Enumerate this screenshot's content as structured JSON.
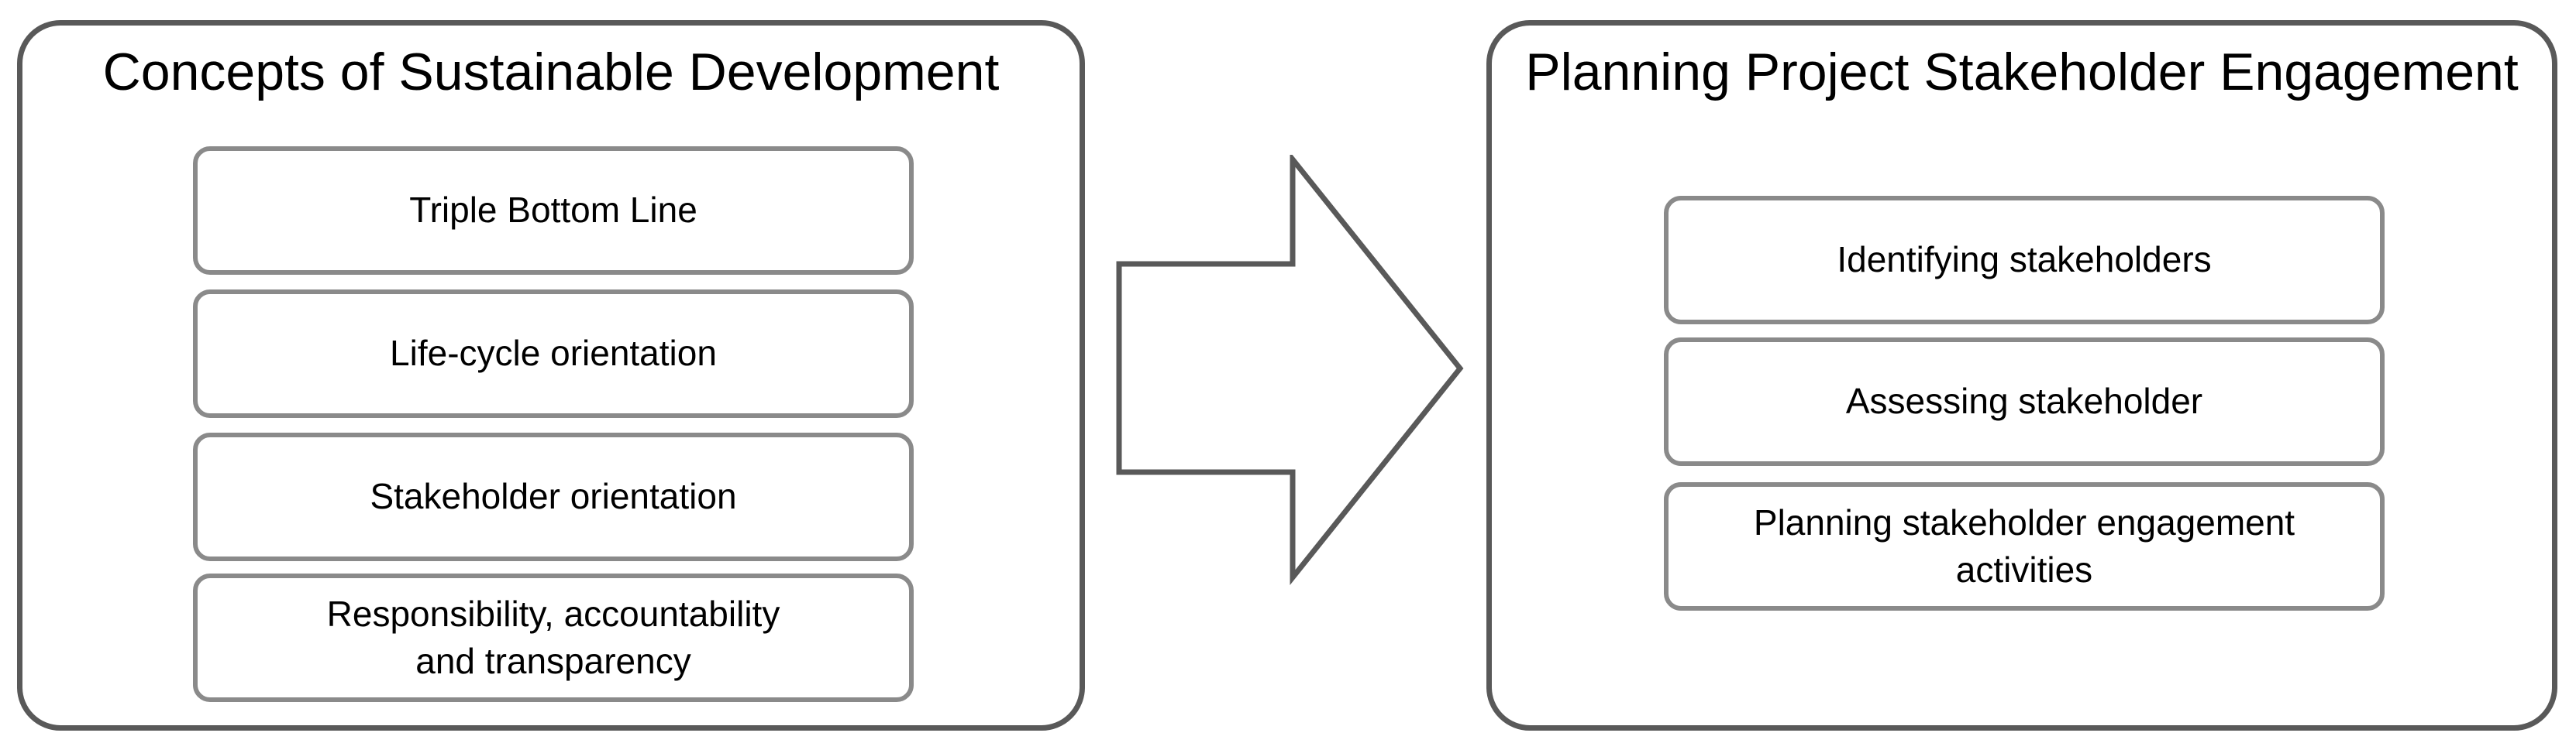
{
  "left_panel": {
    "title": "Concepts of Sustainable Development",
    "items": [
      {
        "label": "Triple Bottom Line"
      },
      {
        "label": "Life-cycle orientation"
      },
      {
        "label": "Stakeholder orientation"
      },
      {
        "label": "Responsibility, accountability\nand transparency"
      }
    ]
  },
  "right_panel": {
    "title": "Planning Project Stakeholder Engagement",
    "items": [
      {
        "label": "Identifying  stakeholders"
      },
      {
        "label": "Assessing stakeholder"
      },
      {
        "label": "Planning stakeholder engagement\nactivities"
      }
    ]
  },
  "colors": {
    "panel_border": "#595959",
    "item_border": "#8a8a8a",
    "arrow_stroke": "#595959"
  }
}
